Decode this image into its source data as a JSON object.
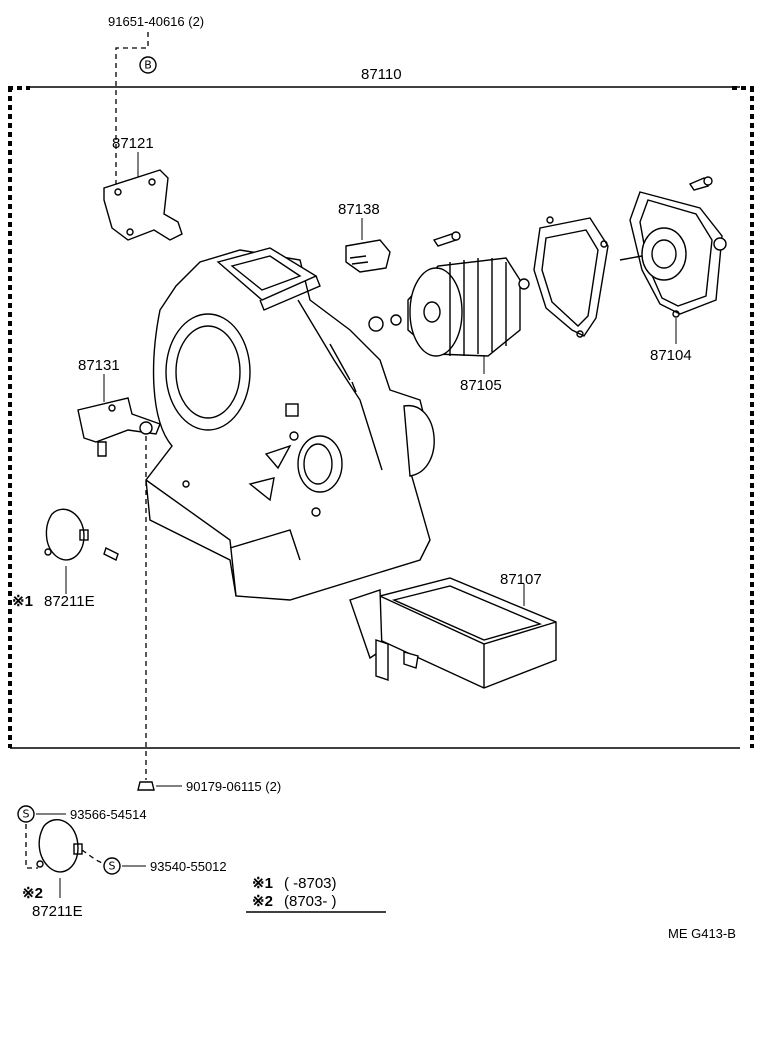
{
  "diagram": {
    "assembly_label": "87110",
    "parts": {
      "p87121": "87121",
      "p87138": "87138",
      "p87131": "87131",
      "p87105": "87105",
      "p87104": "87104",
      "p87107": "87107",
      "p87211e_1": "87211E",
      "p87211e_2": "87211E"
    },
    "fasteners": {
      "top_screw": "91651-40616 (2)",
      "top_symbol": "B",
      "bottom_nut": "90179-06115 (2)",
      "s1": "93566-54514",
      "s1_symbol": "S",
      "s2": "93540-55012",
      "s2_symbol": "S"
    },
    "notes": {
      "mark1": "※1",
      "mark2": "※2",
      "mark1_range": "(        -8703)",
      "mark2_range": "(8703-        )"
    },
    "drawing_code": "ME  G413-B"
  }
}
